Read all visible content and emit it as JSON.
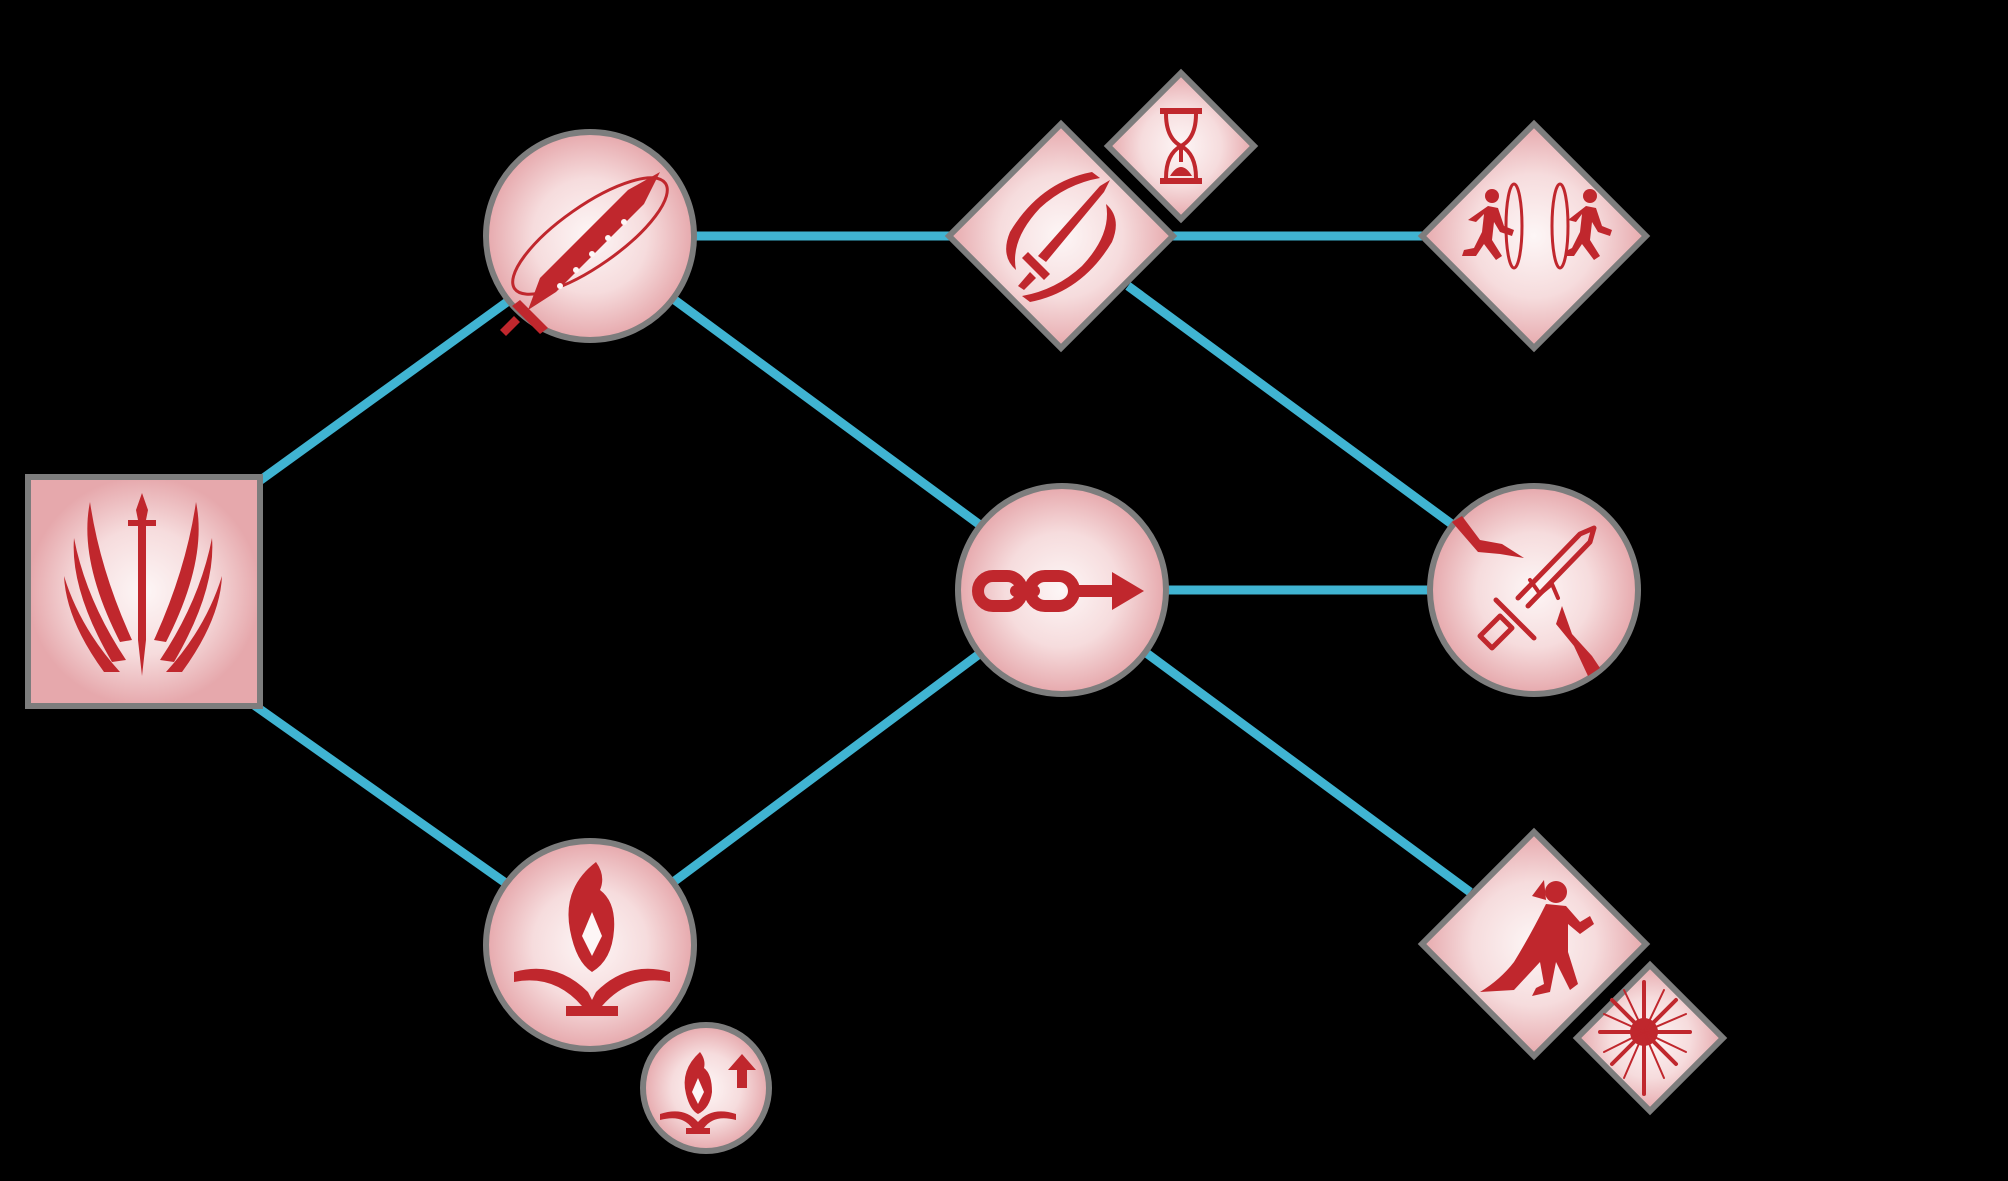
{
  "colors": {
    "background": "#000000",
    "connector": "#40b4d2",
    "frame": "#7d7d7d",
    "icon": "#c0272d",
    "node_center": "#fdf6f6",
    "node_edge": "#e6a8ac"
  },
  "nodes": [
    {
      "id": "root",
      "shape": "square",
      "icon": "winged-sword-icon"
    },
    {
      "id": "rune-sword",
      "shape": "circle",
      "icon": "rune-sword-icon"
    },
    {
      "id": "fire-book",
      "shape": "circle",
      "icon": "flame-book-icon"
    },
    {
      "id": "fire-book-upgrade",
      "shape": "small-circle",
      "icon": "flame-book-upgrade-icon"
    },
    {
      "id": "sword-blades",
      "shape": "diamond",
      "icon": "sword-blades-icon"
    },
    {
      "id": "hourglass",
      "shape": "small-diamond",
      "icon": "hourglass-icon"
    },
    {
      "id": "chain-link",
      "shape": "circle",
      "icon": "chain-arrow-icon"
    },
    {
      "id": "runners-portals",
      "shape": "diamond",
      "icon": "runners-portal-icon"
    },
    {
      "id": "cracked-dagger",
      "shape": "circle",
      "icon": "cracked-dagger-icon"
    },
    {
      "id": "caster",
      "shape": "diamond",
      "icon": "caster-figure-icon"
    },
    {
      "id": "sunburst",
      "shape": "small-diamond",
      "icon": "sunburst-icon"
    }
  ],
  "connections": [
    [
      "root",
      "rune-sword"
    ],
    [
      "root",
      "fire-book"
    ],
    [
      "rune-sword",
      "sword-blades"
    ],
    [
      "rune-sword",
      "chain-link"
    ],
    [
      "fire-book",
      "chain-link"
    ],
    [
      "sword-blades",
      "runners-portals"
    ],
    [
      "sword-blades",
      "cracked-dagger"
    ],
    [
      "chain-link",
      "cracked-dagger"
    ],
    [
      "chain-link",
      "caster"
    ]
  ]
}
